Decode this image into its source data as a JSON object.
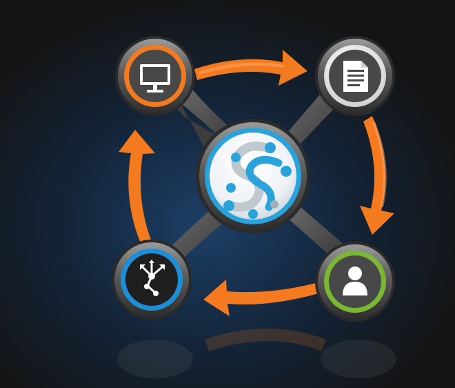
{
  "diagram": {
    "hub": {
      "icon": "network-logo-icon",
      "accent": "#2aa3dc"
    },
    "nodes": [
      {
        "id": "display",
        "icon": "monitor-icon",
        "ring_color": "#f47a20"
      },
      {
        "id": "document",
        "icon": "document-icon",
        "ring_color": "#d8d8d8"
      },
      {
        "id": "user",
        "icon": "user-icon",
        "ring_color": "#7ab833"
      },
      {
        "id": "share",
        "icon": "share-network-icon",
        "ring_color": "#1e8fd6"
      }
    ],
    "cycle": [
      "display",
      "document",
      "user",
      "share"
    ],
    "arrow_color": "#f47a20"
  }
}
